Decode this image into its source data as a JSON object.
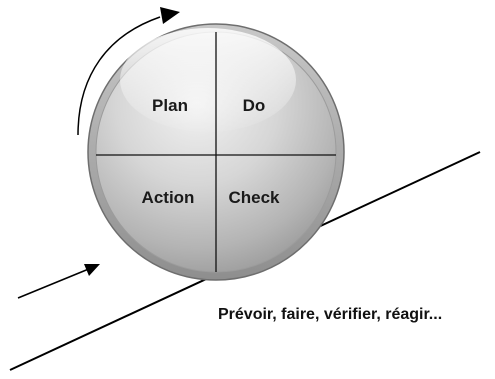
{
  "quadrants": {
    "top_left": "Plan",
    "top_right": "Do",
    "bottom_left": "Action",
    "bottom_right": "Check"
  },
  "caption": "Prévoir, faire, vérifier, réagir...",
  "icons": {
    "rotation_arrow": "curved-arrow-icon",
    "push_arrow": "straight-arrow-icon"
  }
}
